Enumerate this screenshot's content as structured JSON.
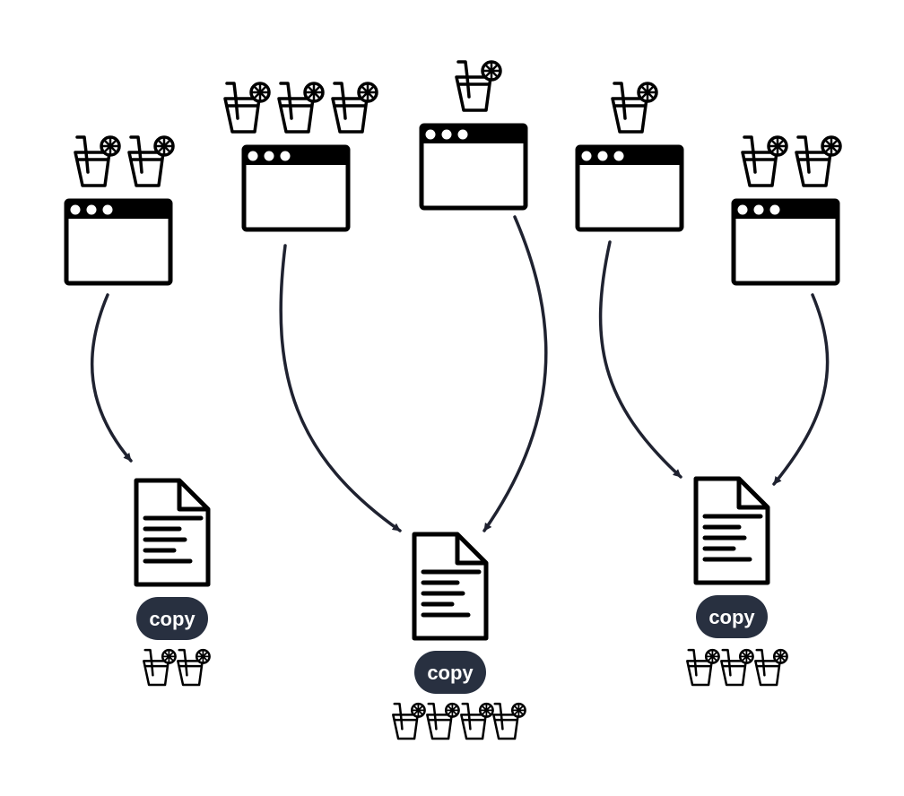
{
  "colors": {
    "icon": "#000000",
    "arrow": "#1f2230",
    "badge": "#283040",
    "badge_text": "#ffffff",
    "background": "#ffffff"
  },
  "icons": {
    "source": "browser-window-icon",
    "drink": "lemonade-glass-icon",
    "target": "document-icon"
  },
  "sources": [
    {
      "name": "window-1",
      "drinks": 2
    },
    {
      "name": "window-2",
      "drinks": 3
    },
    {
      "name": "window-3",
      "drinks": 1
    },
    {
      "name": "window-4",
      "drinks": 1
    },
    {
      "name": "window-5",
      "drinks": 2
    }
  ],
  "documents": [
    {
      "name": "document-1",
      "badge_label": "copy",
      "drinks": 2
    },
    {
      "name": "document-2",
      "badge_label": "copy",
      "drinks": 4
    },
    {
      "name": "document-3",
      "badge_label": "copy",
      "drinks": 3
    }
  ],
  "edges": [
    {
      "from": "window-1",
      "to": "document-1"
    },
    {
      "from": "window-2",
      "to": "document-2"
    },
    {
      "from": "window-3",
      "to": "document-2"
    },
    {
      "from": "window-4",
      "to": "document-3"
    },
    {
      "from": "window-5",
      "to": "document-3"
    }
  ]
}
